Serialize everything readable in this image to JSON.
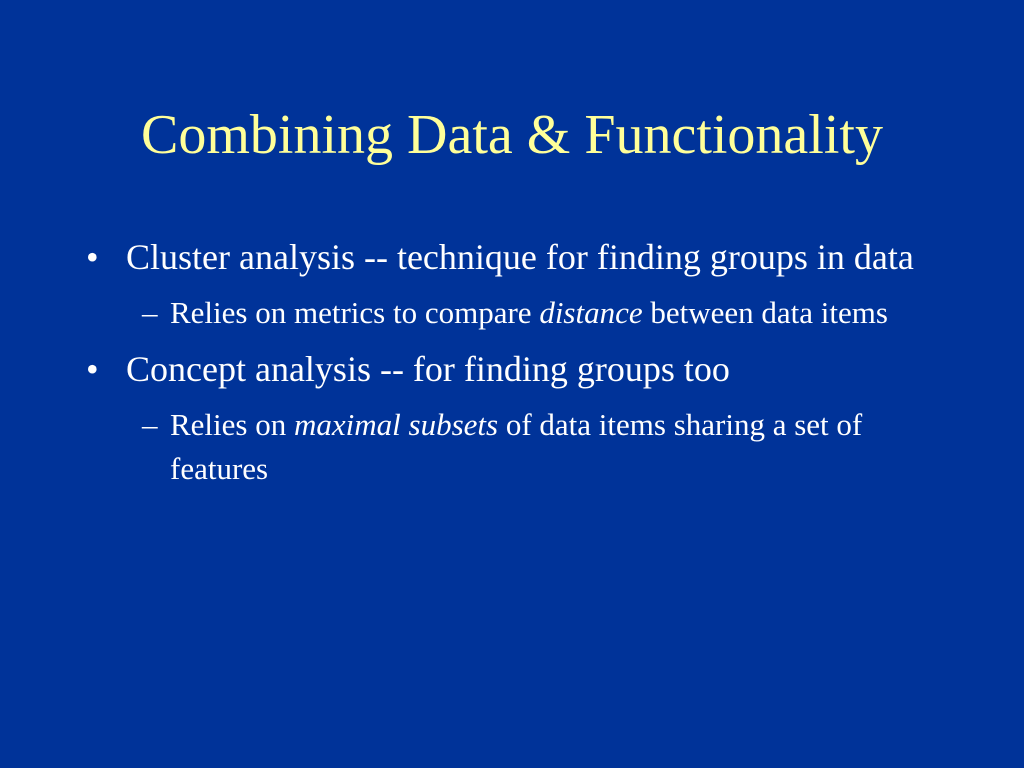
{
  "title": "Combining Data & Functionality",
  "markers": {
    "bullet": "•",
    "dash": "–"
  },
  "colors": {
    "background": "#003399",
    "title": "#ffff99",
    "text": "#ffffff"
  },
  "bullets": [
    {
      "text": "Cluster analysis -- technique for finding groups in data",
      "sub": {
        "before": "Relies on metrics to compare ",
        "emphasis": "distance",
        "after": " between data items"
      }
    },
    {
      "text": "Concept analysis -- for finding groups too",
      "sub": {
        "before": "Relies on ",
        "emphasis": "maximal subsets",
        "after": " of data items sharing a set of features"
      }
    }
  ]
}
